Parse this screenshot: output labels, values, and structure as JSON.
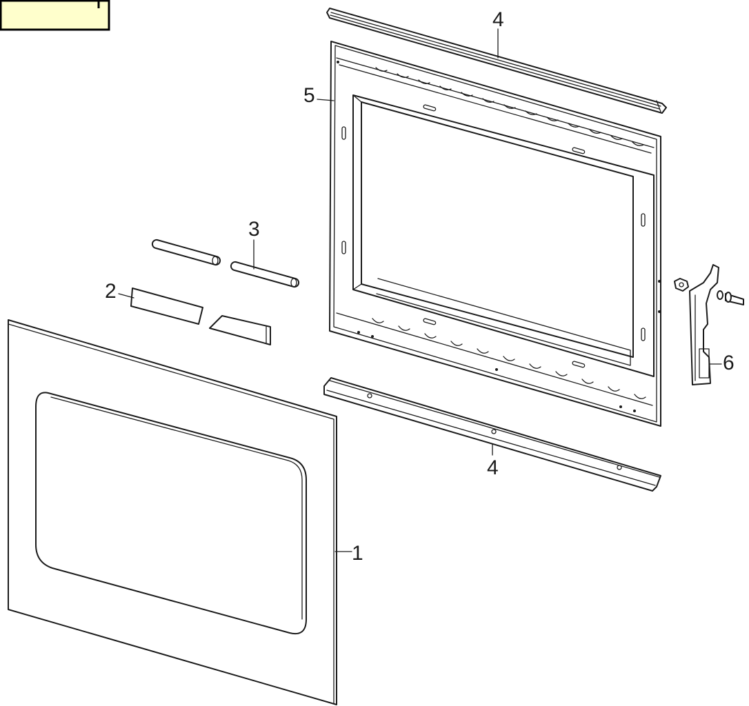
{
  "diagram": {
    "callouts": {
      "c1": "1",
      "c2": "2",
      "c3": "3",
      "c4_top": "4",
      "c4_bottom": "4",
      "c5": "5",
      "c6": "6"
    }
  },
  "colors": {
    "tag_fill": "#ffffcc",
    "line": "#1a1a1a"
  }
}
